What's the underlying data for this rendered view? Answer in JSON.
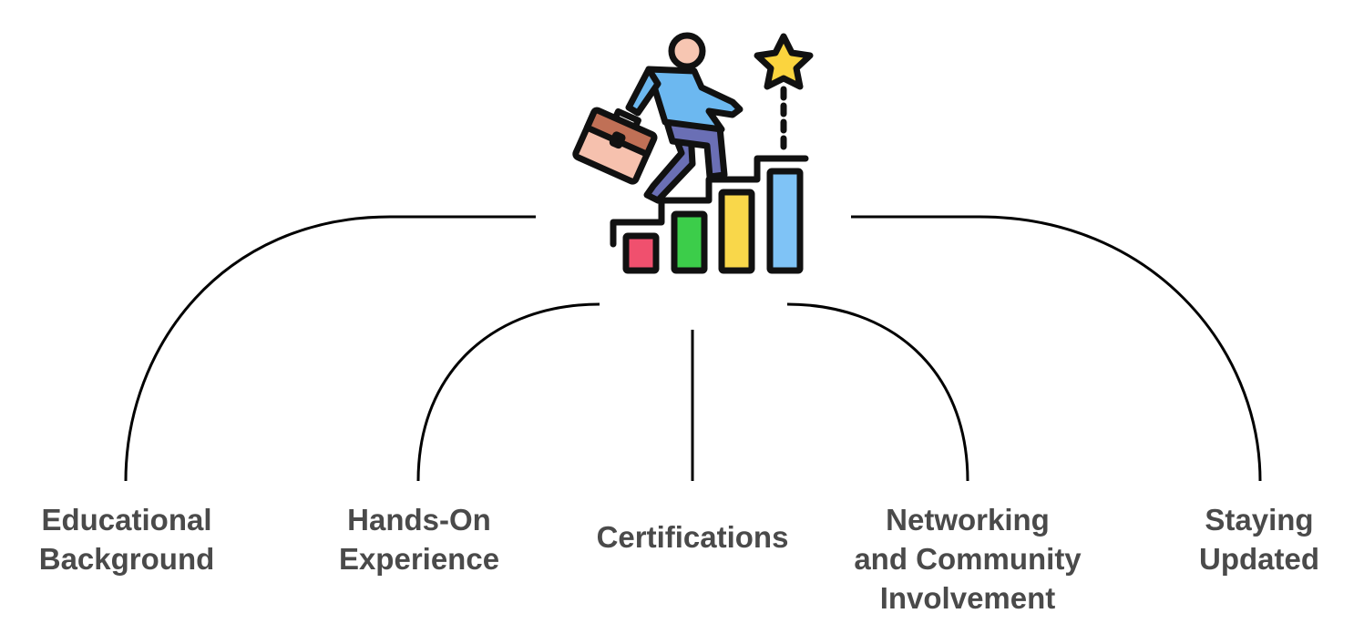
{
  "center_icon": {
    "name": "career-growth-icon",
    "colors": {
      "outline": "#111111",
      "skin": "#f7c6b2",
      "shirt": "#6cb8f0",
      "pants": "#6a6fb5",
      "briefcase_body": "#f6c1ae",
      "briefcase_flap": "#c07056",
      "bar_red": "#f0506e",
      "bar_green": "#3ccd4a",
      "bar_yellow": "#f9d74a",
      "bar_blue": "#7fc3f6",
      "star": "#fbd43e"
    }
  },
  "branches": [
    {
      "lines": [
        "Educational",
        "Background"
      ]
    },
    {
      "lines": [
        "Hands-On",
        "Experience"
      ]
    },
    {
      "lines": [
        "Certifications"
      ]
    },
    {
      "lines": [
        "Networking",
        "and Community",
        "Involvement"
      ]
    },
    {
      "lines": [
        "Staying",
        "Updated"
      ]
    }
  ]
}
